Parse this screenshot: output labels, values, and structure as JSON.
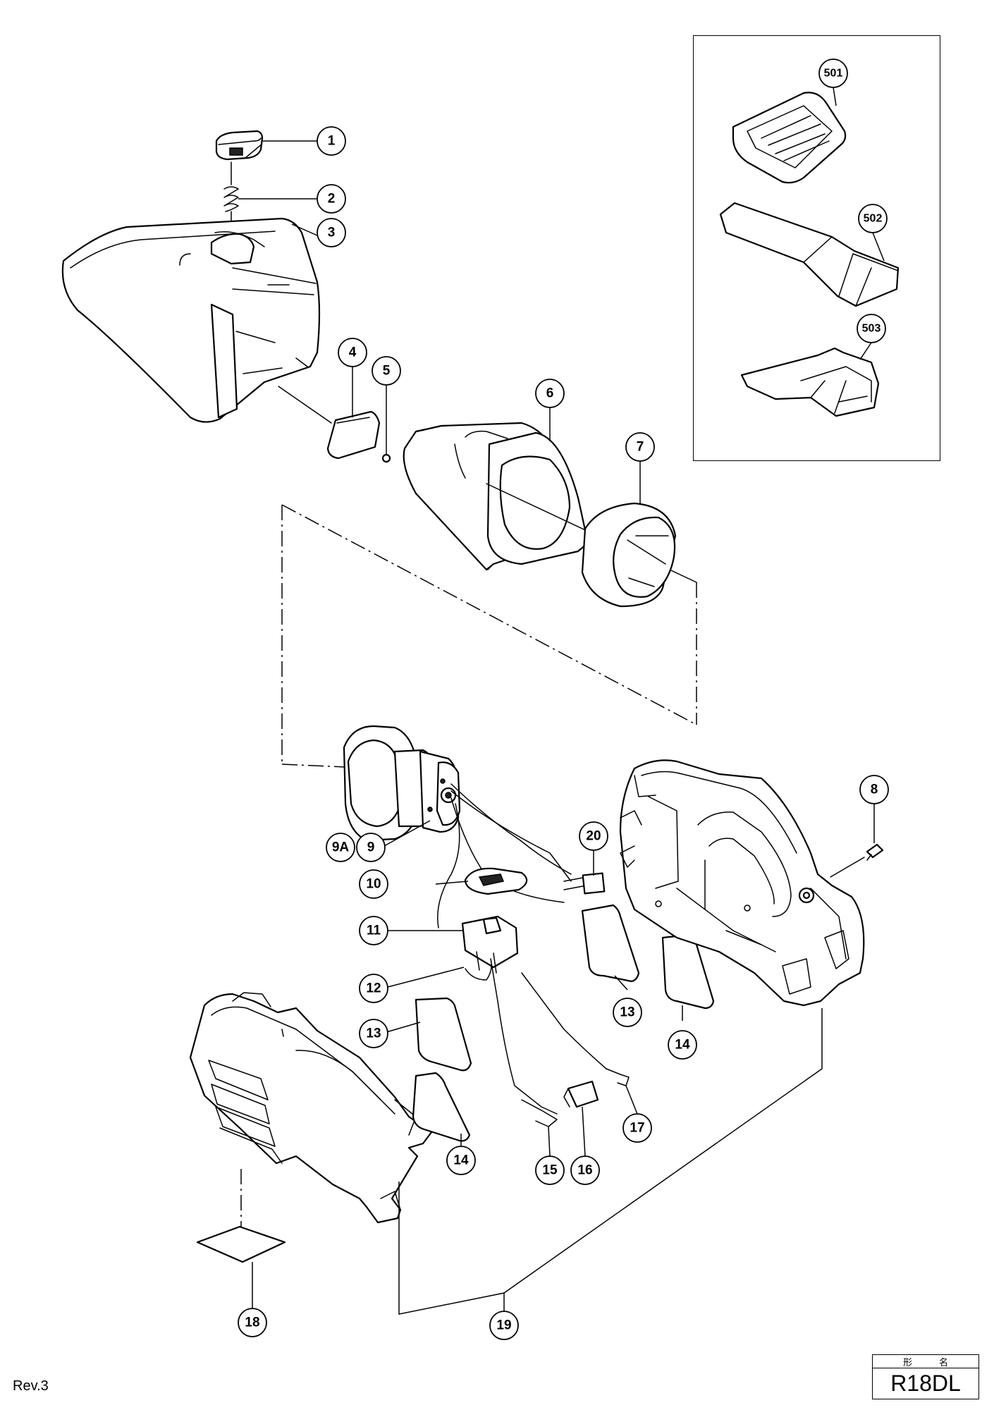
{
  "callouts": {
    "c1": "1",
    "c2": "2",
    "c3": "3",
    "c4": "4",
    "c5": "5",
    "c6": "6",
    "c7": "7",
    "c8": "8",
    "c9A": "9A",
    "c9": "9",
    "c10": "10",
    "c11": "11",
    "c12": "12",
    "c13a": "13",
    "c13b": "13",
    "c14a": "14",
    "c14b": "14",
    "c15": "15",
    "c16": "16",
    "c17": "17",
    "c18": "18",
    "c19": "19",
    "c20": "20",
    "c501": "501",
    "c502": "502",
    "c503": "503"
  },
  "footer": {
    "revision": "Rev.3",
    "model_header_left": "形",
    "model_header_right": "名",
    "model": "R18DL"
  }
}
